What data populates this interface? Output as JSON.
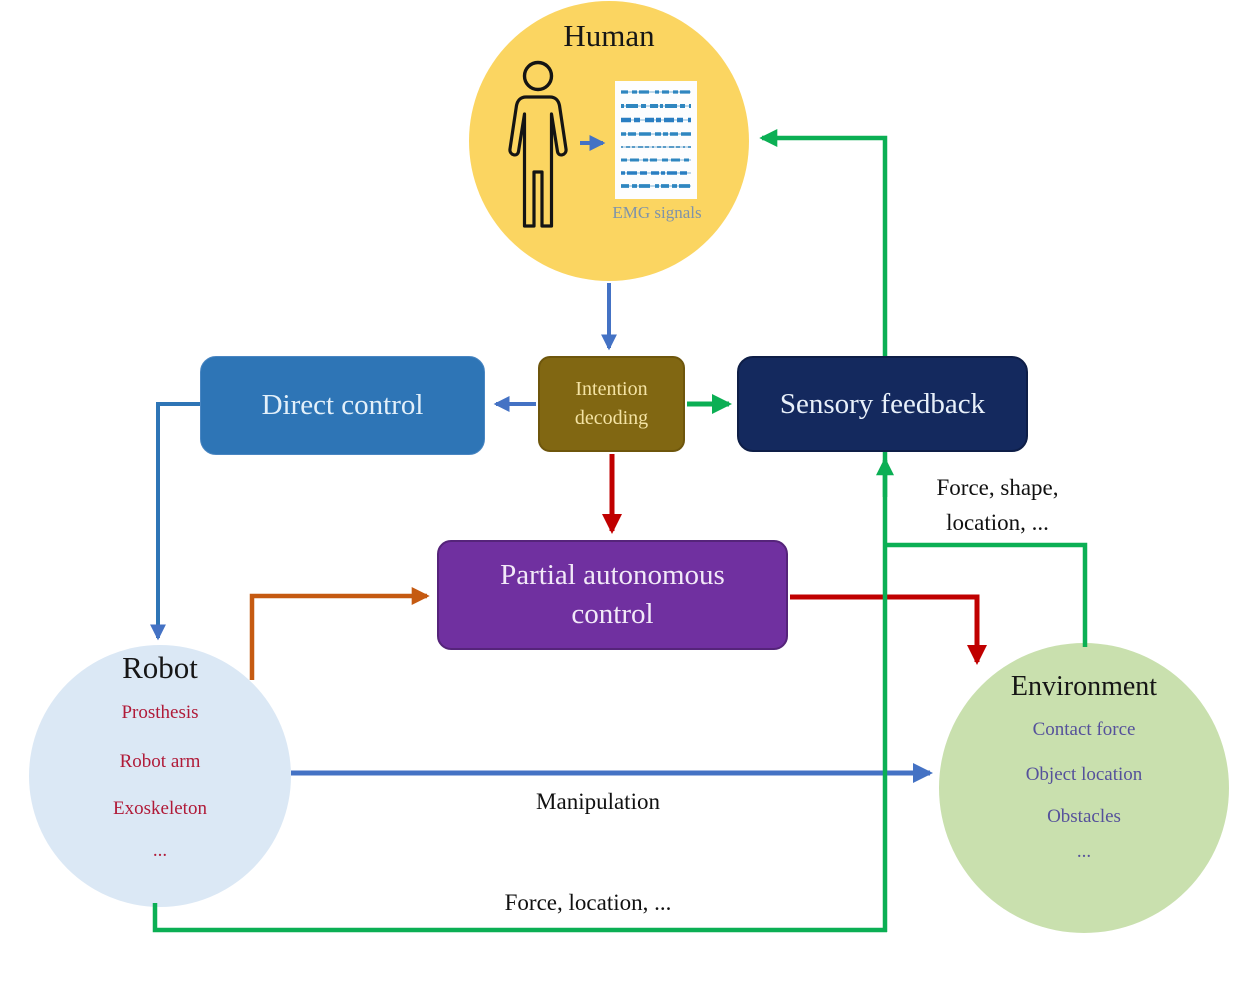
{
  "diagram": {
    "nodes": {
      "human": {
        "label": "Human",
        "emg_caption": "EMG signals"
      },
      "direct_control": {
        "label": "Direct control"
      },
      "intention_decoding": {
        "label": "Intention decoding"
      },
      "sensory_feedback": {
        "label": "Sensory feedback"
      },
      "partial_autonomous_control": {
        "label": "Partial autonomous control"
      },
      "robot": {
        "label": "Robot",
        "items": [
          "Prosthesis",
          "Robot arm",
          "Exoskeleton",
          "..."
        ]
      },
      "environment": {
        "label": "Environment",
        "items": [
          "Contact force",
          "Object location",
          "Obstacles",
          "..."
        ]
      }
    },
    "edge_labels": {
      "sensory_input": {
        "line1": "Force, shape,",
        "line2": "location, ..."
      },
      "manipulation": "Manipulation",
      "robot_feedback": "Force, location, ..."
    },
    "colors": {
      "human_circle": "#FBD561",
      "robot_circle": "#DBE8F5",
      "environment_circle": "#C9E0AE",
      "direct_control_box": "#2E75B6",
      "intention_decoding_box": "#816712",
      "sensory_feedback_box": "#14295E",
      "partial_autonomous_box": "#7030A0",
      "arrow_blue": "#4472C4",
      "arrow_green": "#0BAF54",
      "arrow_red": "#C00000",
      "arrow_orange": "#C55A11",
      "robot_item_text": "#B01A38",
      "environment_item_text": "#55519B",
      "emg_caption_text": "#7E93AA"
    }
  }
}
